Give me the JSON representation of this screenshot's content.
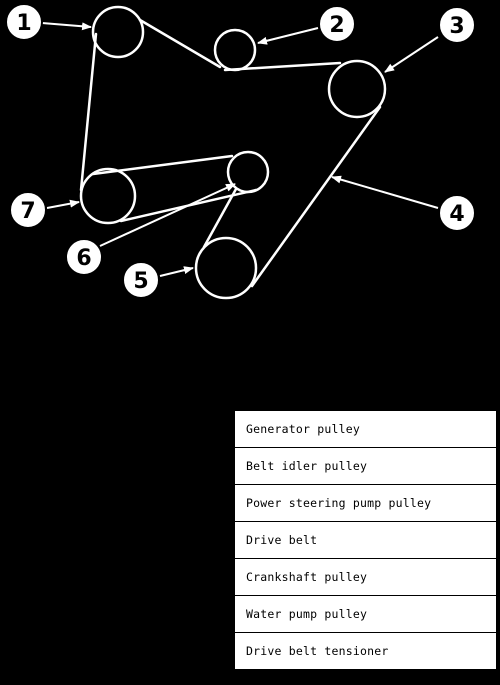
{
  "figure": {
    "background_color": "#000000",
    "line_color": "#000000"
  },
  "callouts": [
    {
      "number": "1"
    },
    {
      "number": "2"
    },
    {
      "number": "3"
    },
    {
      "number": "4"
    },
    {
      "number": "5"
    },
    {
      "number": "6"
    },
    {
      "number": "7"
    }
  ],
  "legend": {
    "rows": [
      {
        "label": "Generator pulley"
      },
      {
        "label": "Belt idler pulley"
      },
      {
        "label": "Power steering pump pulley"
      },
      {
        "label": "Drive belt"
      },
      {
        "label": "Crankshaft pulley"
      },
      {
        "label": "Water pump pulley"
      },
      {
        "label": "Drive belt tensioner"
      }
    ]
  }
}
